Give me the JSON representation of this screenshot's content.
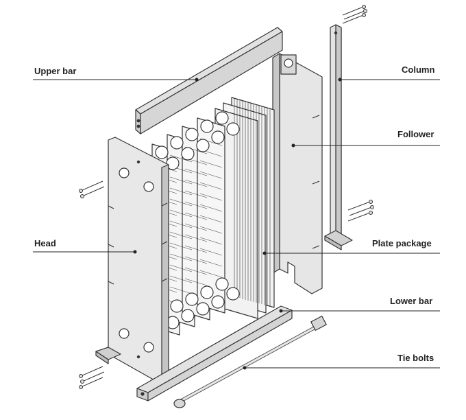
{
  "labels": {
    "upper_bar": "Upper bar",
    "column": "Column",
    "follower": "Follower",
    "head": "Head",
    "plate_package": "Plate package",
    "lower_bar": "Lower bar",
    "tie_bolts": "Tie bolts"
  },
  "colors": {
    "line": "#333333",
    "fill_light": "#e9e9e9",
    "fill_mid": "#d6d6d6",
    "fill_dark": "#bdbdbd",
    "plate_fill": "#f4f4f4"
  }
}
